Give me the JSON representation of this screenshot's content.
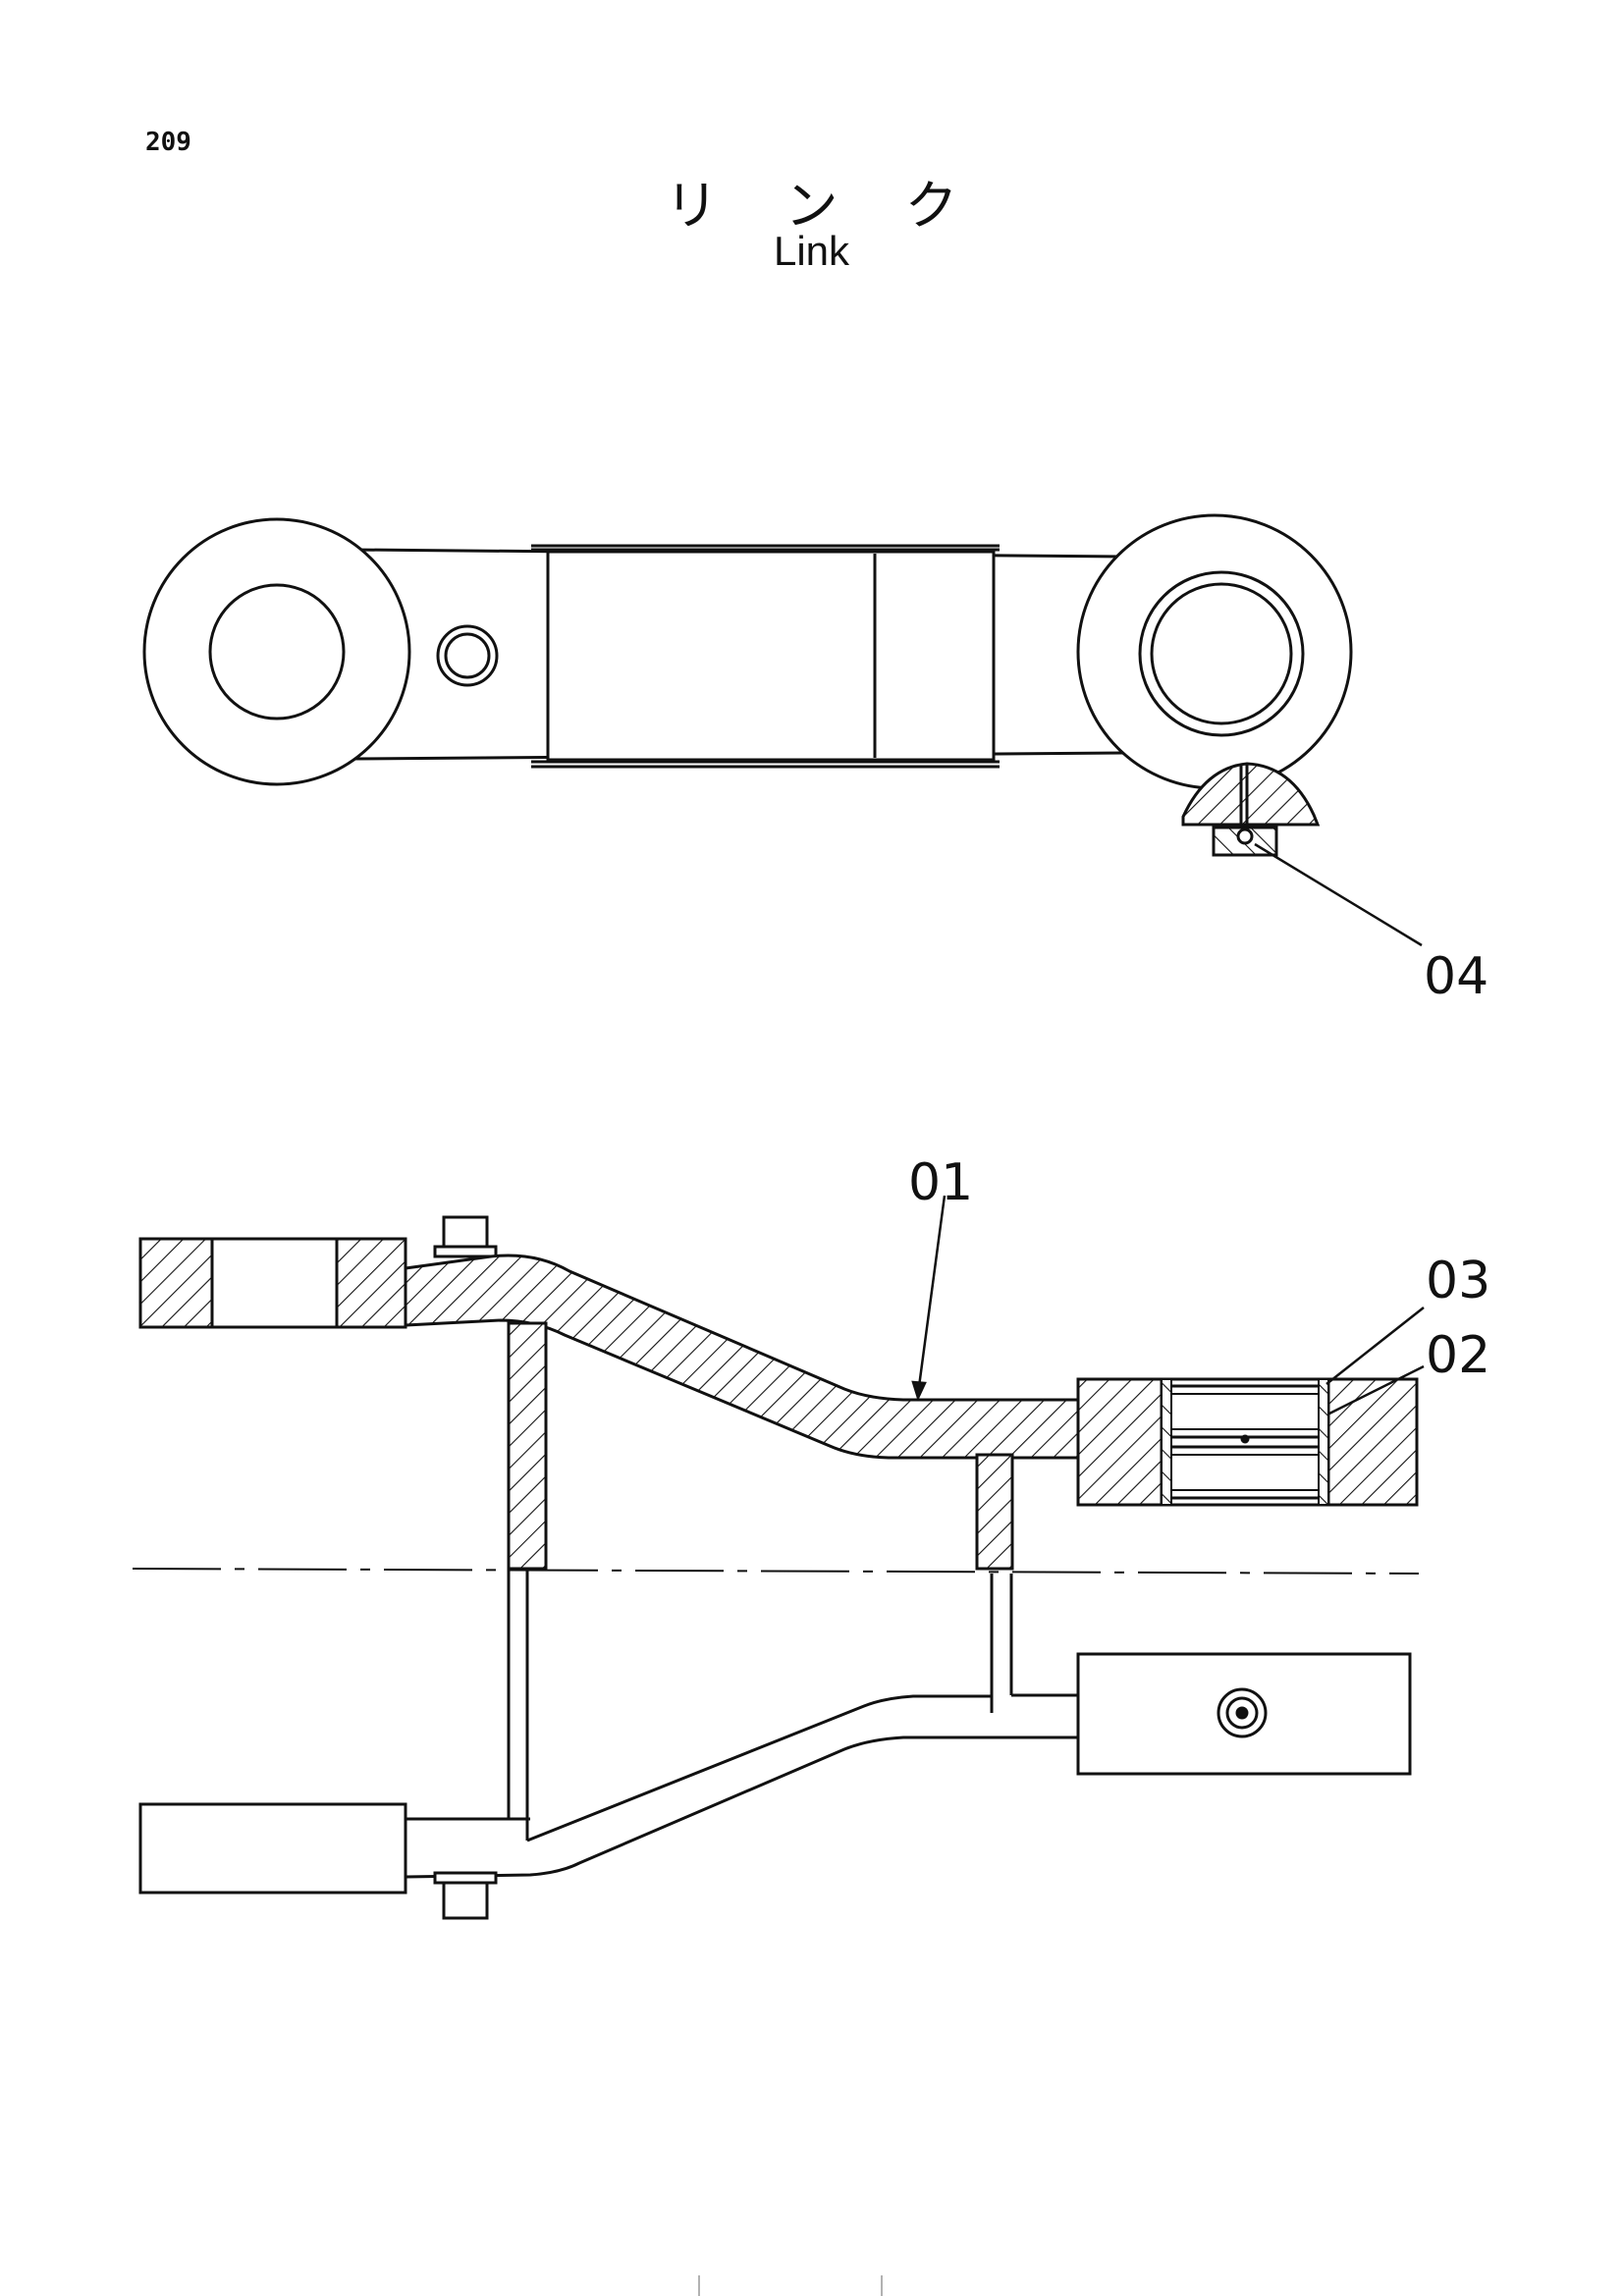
{
  "page": {
    "number": "209",
    "title_jp": "リンク",
    "title_en": "Link"
  },
  "callouts": [
    {
      "id": "c04",
      "label": "04"
    },
    {
      "id": "c01",
      "label": "01"
    },
    {
      "id": "c03",
      "label": "03"
    },
    {
      "id": "c02",
      "label": "02"
    }
  ]
}
